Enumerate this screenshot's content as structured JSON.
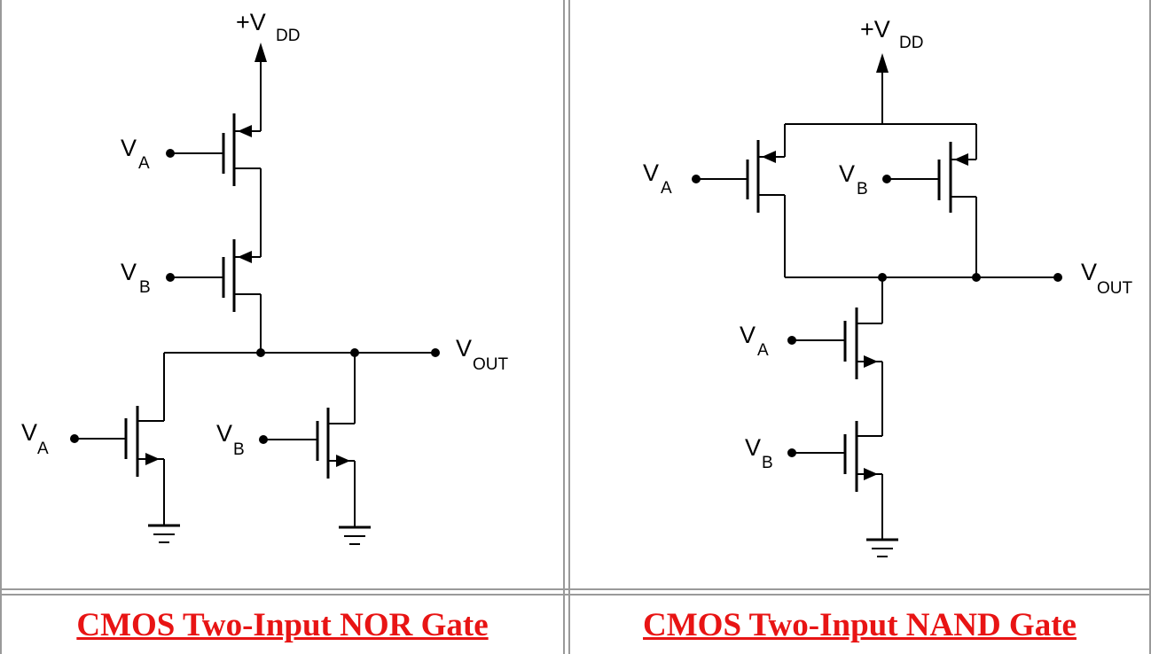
{
  "nor": {
    "title": "CMOS Two-Input NOR Gate",
    "labels": {
      "v": "V",
      "plus_v": "+V",
      "dd": "DD",
      "a": "A",
      "b": "B",
      "out": "OUT"
    }
  },
  "nand": {
    "title": "CMOS Two-Input NAND Gate",
    "labels": {
      "v": "V",
      "plus_v": "+V",
      "dd": "DD",
      "a": "A",
      "b": "B",
      "out": "OUT"
    }
  },
  "colors": {
    "link": "#e81414",
    "border": "#9a9a9a",
    "wire": "#000000"
  }
}
